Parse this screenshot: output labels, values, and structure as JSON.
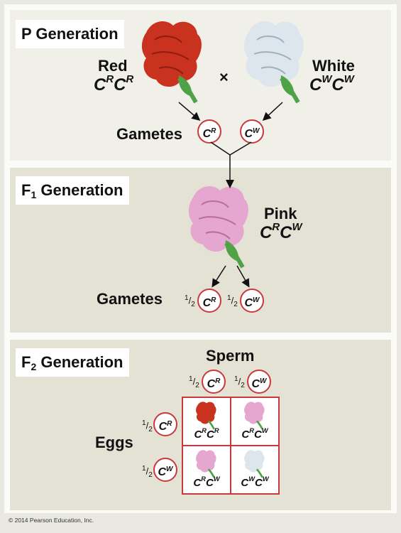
{
  "p_panel": {
    "title": "P Generation",
    "red_label": "Red",
    "red_genotype": {
      "base1": "C",
      "sup1": "R",
      "base2": "C",
      "sup2": "R"
    },
    "white_label": "White",
    "white_genotype": {
      "base1": "C",
      "sup1": "W",
      "base2": "C",
      "sup2": "W"
    },
    "cross_symbol": "×",
    "gametes_label": "Gametes",
    "gamete_red": {
      "base": "C",
      "sup": "R"
    },
    "gamete_white": {
      "base": "C",
      "sup": "W"
    }
  },
  "f1_panel": {
    "title_main": "F",
    "title_sub": "1",
    "title_rest": " Generation",
    "pink_label": "Pink",
    "pink_genotype": {
      "base1": "C",
      "sup1": "R",
      "base2": "C",
      "sup2": "W"
    },
    "gametes_label": "Gametes",
    "gamete_red": {
      "frac_num": "1",
      "frac_den": "2",
      "base": "C",
      "sup": "R"
    },
    "gamete_white": {
      "frac_num": "1",
      "frac_den": "2",
      "base": "C",
      "sup": "W"
    }
  },
  "f2_panel": {
    "title_main": "F",
    "title_sub": "2",
    "title_rest": " Generation",
    "sperm_label": "Sperm",
    "eggs_label": "Eggs",
    "sperm_red": {
      "frac_num": "1",
      "frac_den": "2",
      "base": "C",
      "sup": "R"
    },
    "sperm_white": {
      "frac_num": "1",
      "frac_den": "2",
      "base": "C",
      "sup": "W"
    },
    "egg_red": {
      "frac_num": "1",
      "frac_den": "2",
      "base": "C",
      "sup": "R"
    },
    "egg_white": {
      "frac_num": "1",
      "frac_den": "2",
      "base": "C",
      "sup": "W"
    },
    "punnett": [
      {
        "base1": "C",
        "sup1": "R",
        "base2": "C",
        "sup2": "R",
        "flower_color": "#c8321e"
      },
      {
        "base1": "C",
        "sup1": "R",
        "base2": "C",
        "sup2": "W",
        "flower_color": "#e5a6cf"
      },
      {
        "base1": "C",
        "sup1": "R",
        "base2": "C",
        "sup2": "W",
        "flower_color": "#e5a6cf"
      },
      {
        "base1": "C",
        "sup1": "W",
        "base2": "C",
        "sup2": "W",
        "flower_color": "#dde6ec"
      }
    ]
  },
  "colors": {
    "red_flower": "#c8321e",
    "white_flower": "#dde6ec",
    "pink_flower": "#e5a6cf",
    "stem": "#4fa346",
    "circle_border": "#c8393c",
    "grid_border": "#c8393c"
  },
  "copyright": "© 2014 Pearson Education, Inc."
}
